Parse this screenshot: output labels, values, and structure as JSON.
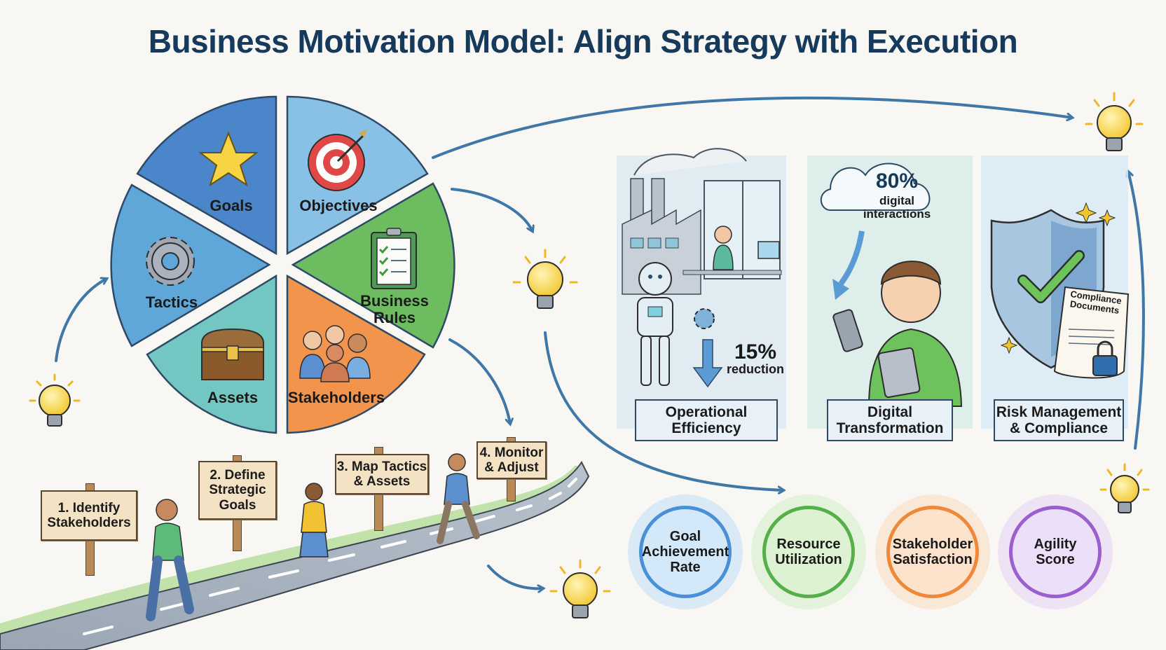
{
  "title": "Business Motivation Model: Align Strategy with Execution",
  "wheel": {
    "segments": [
      {
        "label": "Goals",
        "icon": "star-icon",
        "color": "#4a86c9"
      },
      {
        "label": "Objectives",
        "icon": "target-icon",
        "color": "#7fb8e0"
      },
      {
        "label": "Business Rules",
        "line1": "Business",
        "line2": "Rules",
        "icon": "clipboard-checklist-icon",
        "color": "#6bbb5f"
      },
      {
        "label": "Stakeholders",
        "icon": "people-group-icon",
        "color": "#f2934a"
      },
      {
        "label": "Assets",
        "icon": "treasure-chest-icon",
        "color": "#6ec2c0"
      },
      {
        "label": "Tactics",
        "icon": "gear-icon",
        "color": "#5fa3d6"
      }
    ]
  },
  "roadmap": {
    "steps": [
      {
        "line1": "1. Identify",
        "line2": "Stakeholders",
        "line3": ""
      },
      {
        "line1": "2. Define",
        "line2": "Strategic",
        "line3": "Goals"
      },
      {
        "line1": "3. Map Tactics",
        "line2": "& Assets",
        "line3": ""
      },
      {
        "line1": "4. Monitor",
        "line2": "& Adjust",
        "line3": ""
      }
    ]
  },
  "panels": [
    {
      "name": "operational-efficiency",
      "line1": "Operational",
      "line2": "Efficiency",
      "stat_value": "15%",
      "stat_label": "reduction",
      "color": "#dce9f2"
    },
    {
      "name": "digital-transformation",
      "line1": "Digital",
      "line2": "Transformation",
      "stat_value": "80%",
      "stat_line1": "digital",
      "stat_line2": "interactions",
      "color": "#d8ecf0"
    },
    {
      "name": "risk-management",
      "line1": "Risk Management",
      "line2": "& Compliance",
      "doc_line1": "Compliance",
      "doc_line2": "Documents",
      "color": "#d9ebf5"
    }
  ],
  "kpis": [
    {
      "line1": "Goal",
      "line2": "Achievement",
      "line3": "Rate",
      "color": "#4a90d9",
      "glow": "#bfe0f7"
    },
    {
      "line1": "Resource",
      "line2": "Utilization",
      "line3": "",
      "color": "#56b04a",
      "glow": "#cfeec6"
    },
    {
      "line1": "Stakeholder",
      "line2": "Satisfaction",
      "line3": "",
      "color": "#f0883a",
      "glow": "#fbdcc0"
    },
    {
      "line1": "Agility",
      "line2": "Score",
      "line3": "",
      "color": "#9b5fd0",
      "glow": "#e6d4f5"
    }
  ],
  "colors": {
    "title": "#163a5c",
    "arrow": "#3f78a8",
    "bulb": "#f7d443",
    "road": "#9aa7b5",
    "grass": "#8fcf6a"
  }
}
